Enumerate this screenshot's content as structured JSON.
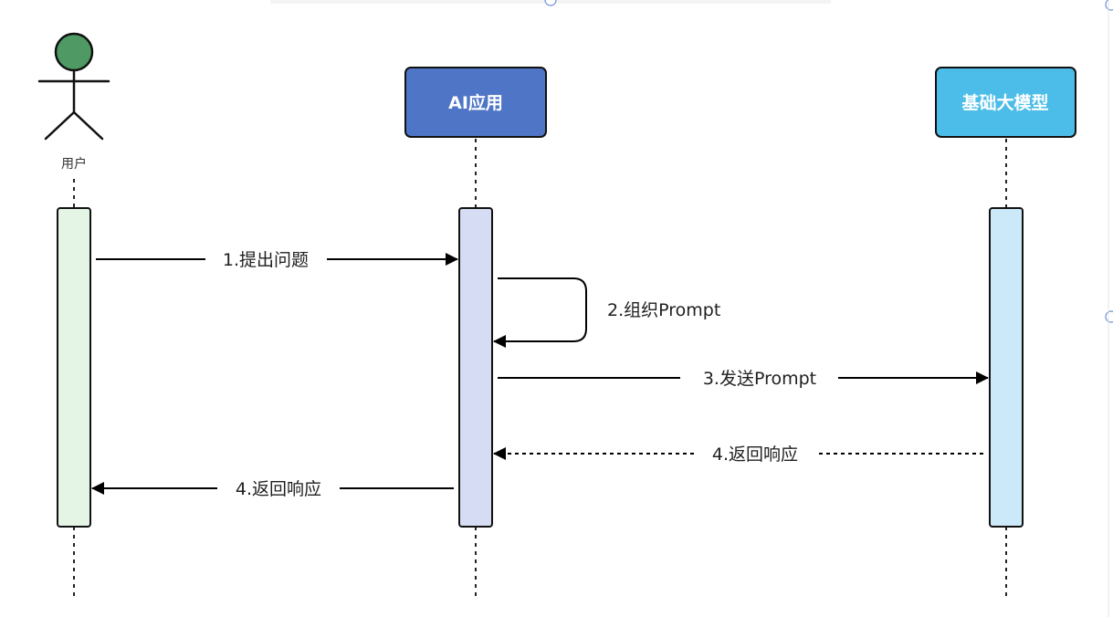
{
  "participants": {
    "user": {
      "label": "用户",
      "head_color": "#4f9a64"
    },
    "app": {
      "label": "AI应用",
      "color": "#4f76c6"
    },
    "model": {
      "label": "基础大模型",
      "color": "#4cbde8"
    }
  },
  "activations": {
    "user_color": "#e4f5e6",
    "app_color": "#d6dcf4",
    "model_color": "#cbe9f8"
  },
  "messages": [
    {
      "label": "1.提出问题",
      "from": "用户",
      "to": "AI应用",
      "style": "solid"
    },
    {
      "label": "2.组织Prompt",
      "from": "AI应用",
      "to": "AI应用",
      "style": "solid"
    },
    {
      "label": "3.发送Prompt",
      "from": "AI应用",
      "to": "基础大模型",
      "style": "solid"
    },
    {
      "label": "4.返回响应",
      "from": "基础大模型",
      "to": "AI应用",
      "style": "dashed"
    },
    {
      "label": "4.返回响应",
      "from": "AI应用",
      "to": "用户",
      "style": "solid"
    }
  ]
}
